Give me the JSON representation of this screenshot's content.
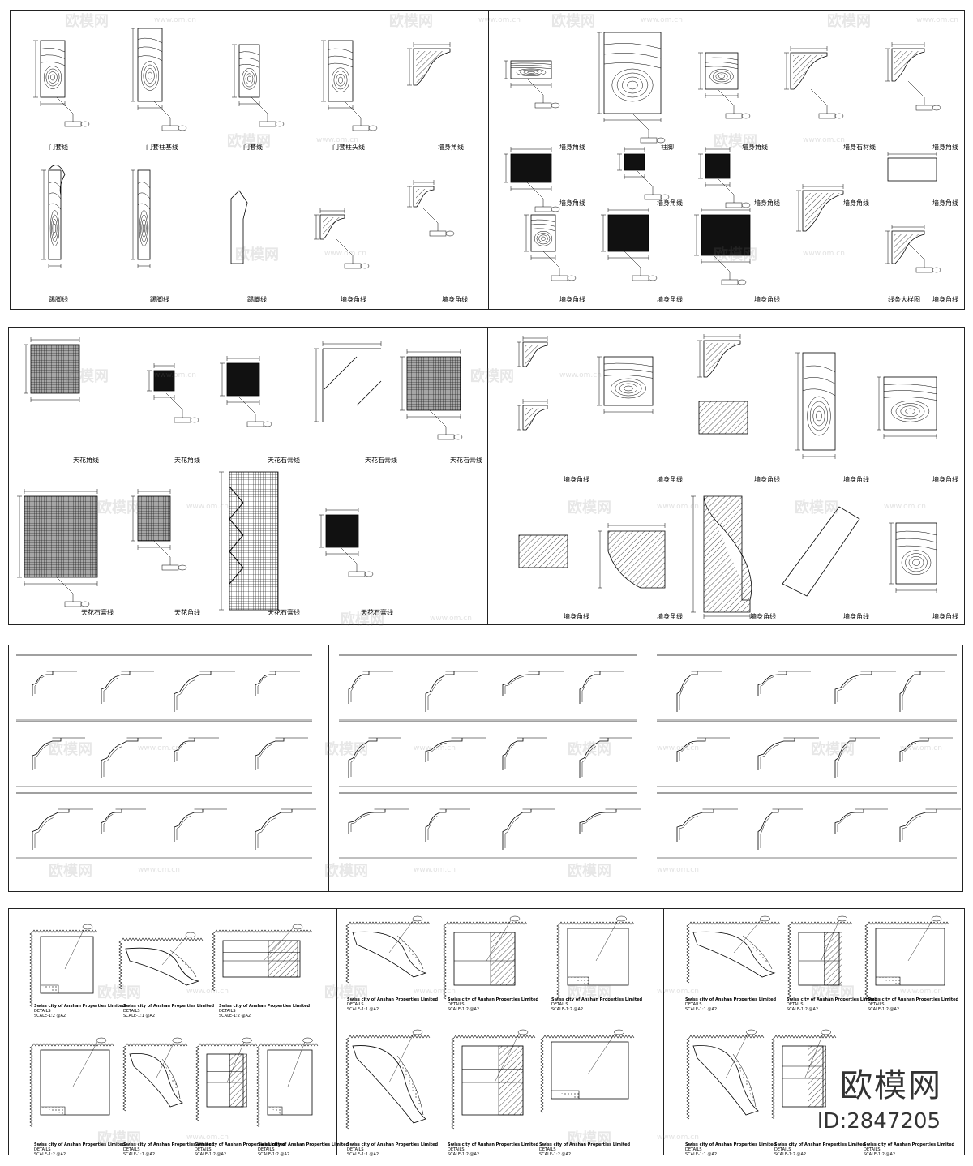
{
  "sheet1": {
    "labels": [
      "门套线",
      "门套柱基线",
      "门套线",
      "门套柱头线",
      "墙身角线",
      "踢脚线",
      "踢脚线",
      "踢脚线",
      "墙身角线",
      "墙身角线"
    ]
  },
  "sheet2": {
    "labels": [
      "墙身角线",
      "柱脚",
      "墙身角线",
      "墙身石材线",
      "墙身角线",
      "墙身角线",
      "墙身角线",
      "墙身角线",
      "墙身角线",
      "墙身角线",
      "墙身角线",
      "墙身角线",
      "墙身角线",
      "线条大样图",
      "墙身角线"
    ]
  },
  "sheet3": {
    "labels": [
      "天花角线",
      "天花角线",
      "天花石膏线",
      "天花石膏线",
      "天花石膏线",
      "天花石膏线",
      "天花角线",
      "天花石膏线",
      "天花石膏线"
    ]
  },
  "sheet4": {
    "labels": [
      "墙身角线",
      "墙身角线",
      "墙身角线",
      "墙身角线",
      "墙身角线",
      "墙身角线",
      "墙身角线",
      "墙身角线",
      "墙身角线",
      "墙身角线"
    ]
  },
  "caption": {
    "line1": "Swiss city of Anshan Properties Limited",
    "line2": "DETAILS",
    "scale_a": "SCALE-1:2",
    "scale_b": "SCALE-1:1",
    "sheet": "@A2"
  },
  "watermark": {
    "brand": "欧模网",
    "url": "www.om.cn"
  },
  "logo": {
    "brand": "欧模网",
    "id": "ID:2847205"
  }
}
